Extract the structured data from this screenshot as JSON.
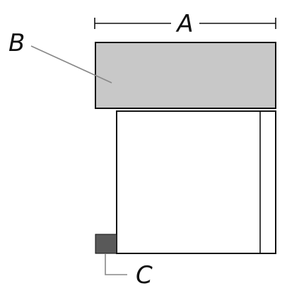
{
  "labels": {
    "a": "A",
    "b": "B",
    "c": "C"
  },
  "colors": {
    "outline": "#111111",
    "top_panel_fill": "#c8c8c8",
    "small_block_fill": "#595959",
    "leader_line": "#888888",
    "background": "#ffffff"
  }
}
